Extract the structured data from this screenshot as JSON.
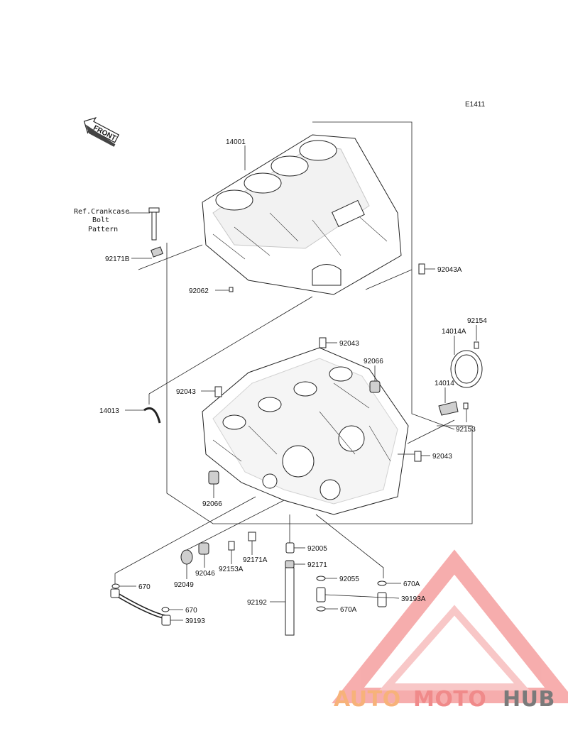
{
  "diagram_code": "E1411",
  "front_label": "FRONT",
  "ref_note": [
    "Ref.Crankcase",
    "Bolt",
    "Pattern"
  ],
  "parts": {
    "p14001": "14001",
    "p92171B": "92171B",
    "p92062": "92062",
    "p92043A": "92043A",
    "p92154": "92154",
    "p14014A": "14014A",
    "p92043a": "92043",
    "p92066a": "92066",
    "p92043b": "92043",
    "p14014": "14014",
    "p14013": "14013",
    "p92153": "92153",
    "p92043c": "92043",
    "p92066b": "92066",
    "p92005": "92005",
    "p92171A": "92171A",
    "p92153A": "92153A",
    "p92171": "92171",
    "p92046": "92046",
    "p92049": "92049",
    "p670a": "670",
    "p92055": "92055",
    "p670A_a": "670A",
    "p39193A": "39193A",
    "p92192": "92192",
    "p670A_b": "670A",
    "p670b": "670",
    "p39193": "39193"
  },
  "watermark": {
    "part1": "AUTO",
    "part2": "MOTO",
    "part3": "HUB",
    "color1": "#f7b27a",
    "color2": "#f08a8a",
    "color3": "#7a7a7a"
  }
}
